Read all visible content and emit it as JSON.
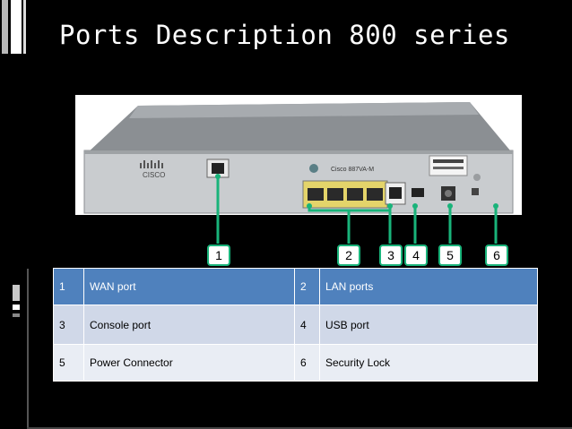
{
  "title": "Ports Description 800 series",
  "photo": {
    "model_label": "Cisco 887VA-M",
    "logo_text": "CISCO"
  },
  "callouts": [
    "1",
    "2",
    "3",
    "4",
    "5",
    "6"
  ],
  "table": {
    "rows": [
      [
        {
          "n": "1",
          "label": "WAN port"
        },
        {
          "n": "2",
          "label": "LAN ports"
        }
      ],
      [
        {
          "n": "3",
          "label": "Console port"
        },
        {
          "n": "4",
          "label": "USB port"
        }
      ],
      [
        {
          "n": "5",
          "label": "Power Connector"
        },
        {
          "n": "6",
          "label": "Security Lock"
        }
      ]
    ]
  },
  "colors": {
    "background": "#000000",
    "header_row": "#4f81bd",
    "row_light": "#d0d8e8",
    "row_lighter": "#e9edf4",
    "callout_border": "#19b37a"
  }
}
